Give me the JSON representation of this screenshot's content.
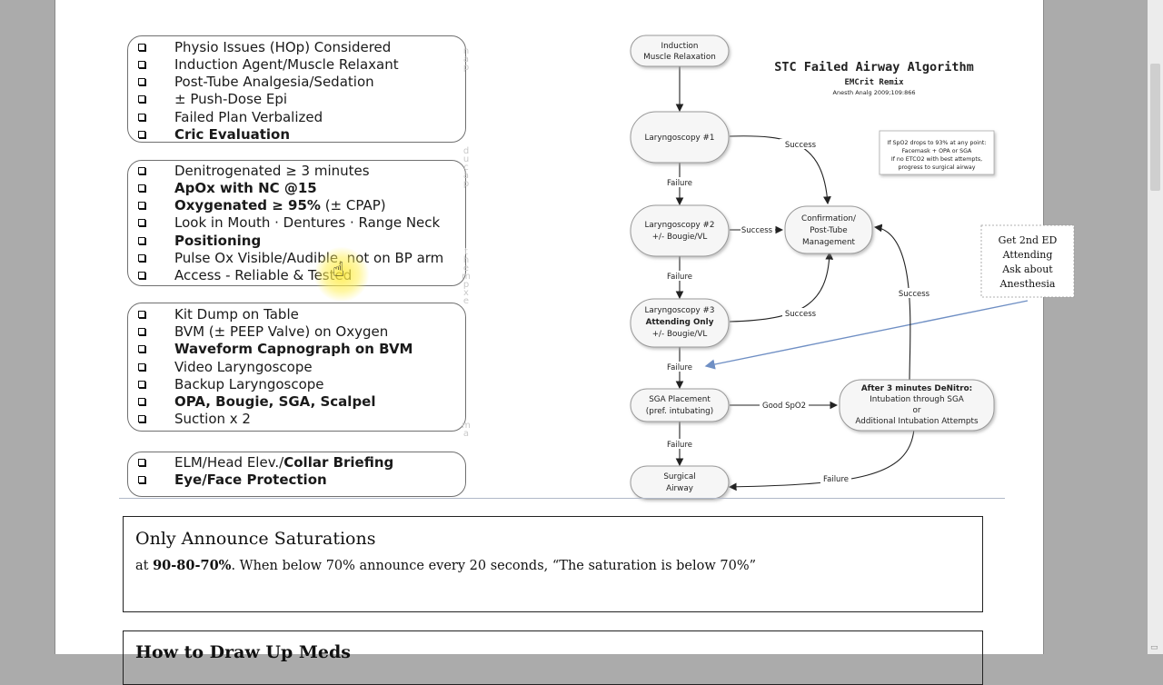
{
  "checklists": [
    {
      "side_label": "nap",
      "items": [
        {
          "text": "Physio Issues (HOp) Considered",
          "bold_text": ""
        },
        {
          "text": "Induction Agent/Muscle Relaxant",
          "bold_text": ""
        },
        {
          "text": "Post-Tube Analgesia/Sedation",
          "bold_text": ""
        },
        {
          "text": "± Push-Dose Epi",
          "bold_text": ""
        },
        {
          "text": "Failed Plan Verbalized",
          "bold_text": ""
        },
        {
          "text": "",
          "bold_text": "Cric Evaluation"
        }
      ]
    },
    {
      "side_label": "ducap",
      "items": [
        {
          "text": "Denitrogenated ≥ 3 minutes",
          "bold_text": ""
        },
        {
          "text": "",
          "bold_text": "ApOx with NC @15"
        },
        {
          "text": "",
          "bold_text": "Oxygenated ≥ 95%",
          "suffix": " (± CPAP)"
        },
        {
          "text": "Look in Mouth · Dentures · Range Neck",
          "bold_text": ""
        },
        {
          "text": "",
          "bold_text": "Positioning"
        },
        {
          "text": "Pulse Ox Visible/Audible, not on BP arm",
          "bold_text": ""
        },
        {
          "text": "Access - Reliable & Tested",
          "bold_text": ""
        }
      ]
    },
    {
      "side_label": "thempxe",
      "items": [
        {
          "text": "Kit Dump on Table",
          "bold_text": ""
        },
        {
          "text": "BVM (± PEEP Valve) on Oxygen",
          "bold_text": ""
        },
        {
          "text": "",
          "bold_text": "Waveform Capnograph on BVM"
        },
        {
          "text": "Video Laryngoscope",
          "bold_text": ""
        },
        {
          "text": "Backup Laryngoscope",
          "bold_text": ""
        },
        {
          "text": "",
          "bold_text": "OPA, Bougie, SGA, Scalpel"
        },
        {
          "text": "Suction x 2",
          "bold_text": ""
        }
      ]
    },
    {
      "side_label": "ma",
      "items": [
        {
          "text": "ELM/Head Elev./",
          "bold_text": "Collar Briefing"
        },
        {
          "text": "",
          "bold_text": "Eye/Face Protection"
        }
      ]
    }
  ],
  "algorithm": {
    "title": "STC Failed Airway Algorithm",
    "subtitle": "EMCrit Remix",
    "citation": "Anesth Analg 2009;109:866",
    "note_lines": [
      "If SpO2 drops to 93% at any point:",
      "Facemask + OPA or SGA",
      "If no ETCO2 with best attempts,",
      "progress to surgical airway"
    ],
    "callout_lines": [
      "Get 2nd ED",
      "Attending",
      "Ask about",
      "Anesthesia"
    ],
    "nodes": {
      "induction": [
        "Induction",
        "Muscle Relaxation"
      ],
      "lar1": [
        "Laryngoscopy #1"
      ],
      "lar2": [
        "Laryngoscopy #2",
        "+/- Bougie/VL"
      ],
      "lar3": [
        "Laryngoscopy #3",
        "Attending Only",
        "+/- Bougie/VL"
      ],
      "confirm": [
        "Confirmation/",
        "Post-Tube",
        "Management"
      ],
      "sga": [
        "SGA Placement",
        "(pref. intubating)"
      ],
      "denitro": [
        "After 3 minutes DeNitro:",
        "Intubation through SGA",
        "or",
        "Additional Intubation Attempts"
      ],
      "surgical": [
        "Surgical",
        "Airway"
      ]
    },
    "edge_labels": {
      "success": "Success",
      "failure": "Failure",
      "good_spo2": "Good SpO2"
    }
  },
  "notes": [
    {
      "heading": "Only Announce Saturations",
      "pre": "at ",
      "bold": "90-80-70%",
      "post": ". When below 70% announce every 20 seconds, “The saturation is below 70%”"
    },
    {
      "heading": "How to Draw Up Meds",
      "pre": "",
      "bold": "",
      "post": ""
    }
  ]
}
